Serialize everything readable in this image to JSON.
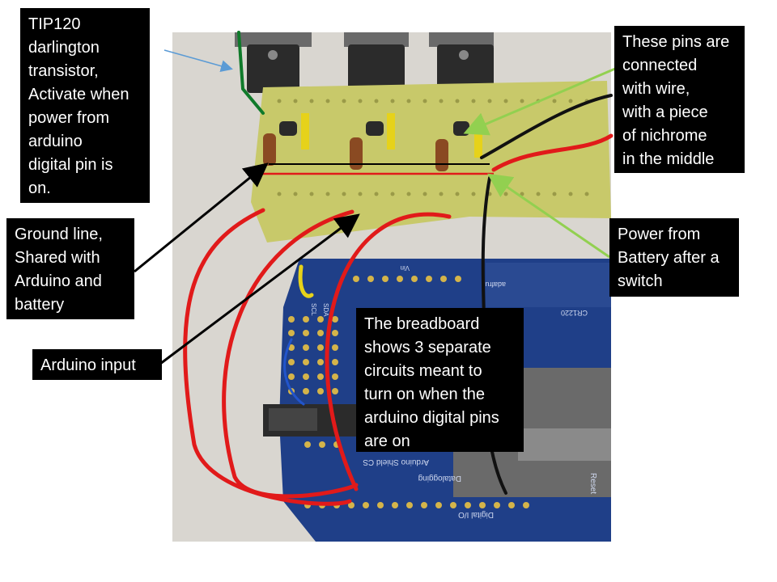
{
  "callouts": {
    "tip120": "TIP120\ndarlington\ntransistor,\nActivate when\npower from\narduino\ndigital pin is\non.",
    "pins": "These pins are\nconnected\nwith wire,\nwith a piece\nof nichrome\nin the middle",
    "ground": "Ground line,\nShared with\nArduino and\nbattery",
    "power": "Power from\nBattery after a\nswitch",
    "input": "Arduino input",
    "breadboard": "The breadboard\nshows 3 separate\ncircuits meant to\nturn on when the\narduino digital pins\nare on"
  },
  "photo_labels": {
    "shield": "Arduino Shield CS",
    "datalogging": "Datalogging",
    "digital_io": "Digital I/O",
    "cr1220": "CR1220",
    "reset": "Reset",
    "sda": "SDA",
    "scl": "SCL",
    "vin": "Vin",
    "adafruit": "adafruit"
  },
  "colors": {
    "callout_bg": "#000000",
    "callout_text": "#ffffff",
    "perfboard": "#c8c96a",
    "arduino_blue": "#1f3f88",
    "wire_red": "#e11a1a",
    "arrow_green": "#92d050",
    "arrow_blue": "#5b9bd5"
  }
}
